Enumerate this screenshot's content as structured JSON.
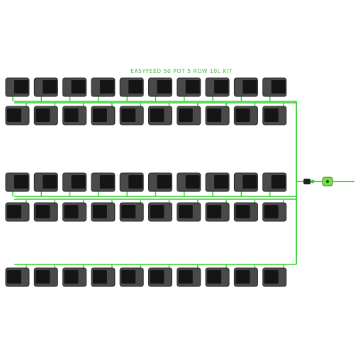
{
  "title": "EASYFEED 50 POT 5 ROW 10L KIT",
  "colors": {
    "tube": "#2fd12a",
    "pot_outer": "#4a4a4a",
    "pot_inner": "#151515",
    "pot_border": "#2a2a2a"
  },
  "rows": [
    {
      "pots": 10,
      "orientation": "up"
    },
    {
      "pots": 10,
      "orientation": "down"
    },
    {
      "pots": 10,
      "orientation": "up"
    },
    {
      "pots": 10,
      "orientation": "down"
    },
    {
      "pots": 10,
      "orientation": "down"
    }
  ],
  "icons": [
    "valve-icon",
    "tap-connector-icon"
  ]
}
